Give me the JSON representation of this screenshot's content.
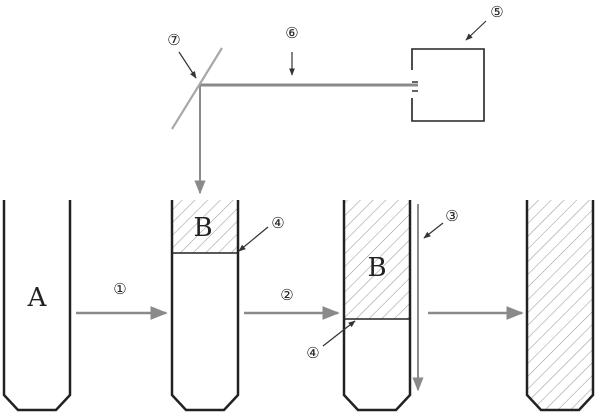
{
  "labels": {
    "tube_a": "A",
    "tube_b_top": "B",
    "tube_b_mid": "B"
  },
  "markers": {
    "m1": "①",
    "m2": "②",
    "m3": "③",
    "m4_top": "④",
    "m4_bottom": "④",
    "m5": "⑤",
    "m6": "⑥",
    "m7": "⑦"
  },
  "colors": {
    "ink": "#222222",
    "arrow": "#8a8a8a",
    "hatch": "#9a9a9a"
  }
}
